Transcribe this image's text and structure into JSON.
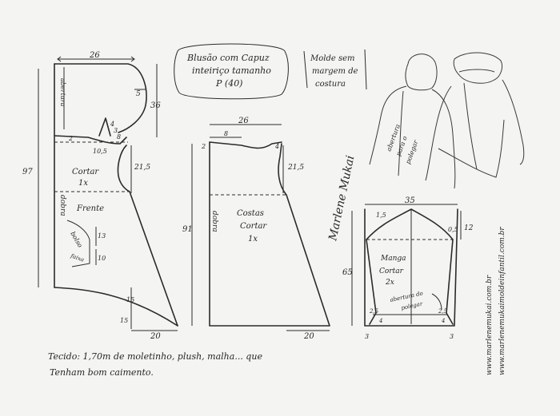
{
  "title": {
    "line1": "Blusão com Capuz",
    "line2": "inteiriço tamanho",
    "line3": "P (40)"
  },
  "note": {
    "line1": "Molde sem",
    "line2": "margem de",
    "line3": "costura"
  },
  "front": {
    "width_top": "26",
    "hood_label": "abertura",
    "hood_right": "5",
    "hood_height": "36",
    "neck_left": "2",
    "neck_right": "8",
    "neck_small": "4",
    "neck_small2": "3",
    "neck_curve": "10,5",
    "side_height": "21,5",
    "total_height": "97",
    "cut_label_1": "Cortar",
    "cut_label_2": "1x",
    "fold_label": "dobra",
    "piece_name": "Frente",
    "pocket_label": "bolso",
    "pocket_13": "13",
    "pocket_10": "10",
    "pocket_faixa": "faixa",
    "hem_15a": "15",
    "hem_15b": "15",
    "bottom_width": "20"
  },
  "back": {
    "width_top": "26",
    "neck_left": "2",
    "neck_8": "8",
    "neck_4": "4",
    "side_height": "21,5",
    "total_height": "91",
    "fold_label": "dobra",
    "piece_name": "Costas",
    "cut_label_1": "Cortar",
    "cut_label_2": "1x",
    "bottom_width": "20"
  },
  "sleeve": {
    "width_top": "35",
    "cap_left": "1,5",
    "cap_right": "0,5",
    "cap_height": "12",
    "total_height": "65",
    "piece_name": "Manga",
    "cut_label_1": "Cortar",
    "cut_label_2": "2x",
    "thumb_1": "abertura do",
    "thumb_2": "polegar",
    "cuff_left": "2,5",
    "cuff_right": "2,5",
    "small_4a": "4",
    "small_4b": "4",
    "edge_3a": "3",
    "edge_3b": "3"
  },
  "sketch": {
    "label_1": "abertura",
    "label_2": "para o",
    "label_3": "polegar"
  },
  "signature": "Marlene Mukai",
  "website_1": "www.marlenemukai.com.br",
  "website_2": "www.marlenemukaimoldeinfantil.com.br",
  "fabric": {
    "line1": "Tecido: 1,70m  de  moletinho, plush, malha... que",
    "line2": "Tenham  bom caimento."
  }
}
